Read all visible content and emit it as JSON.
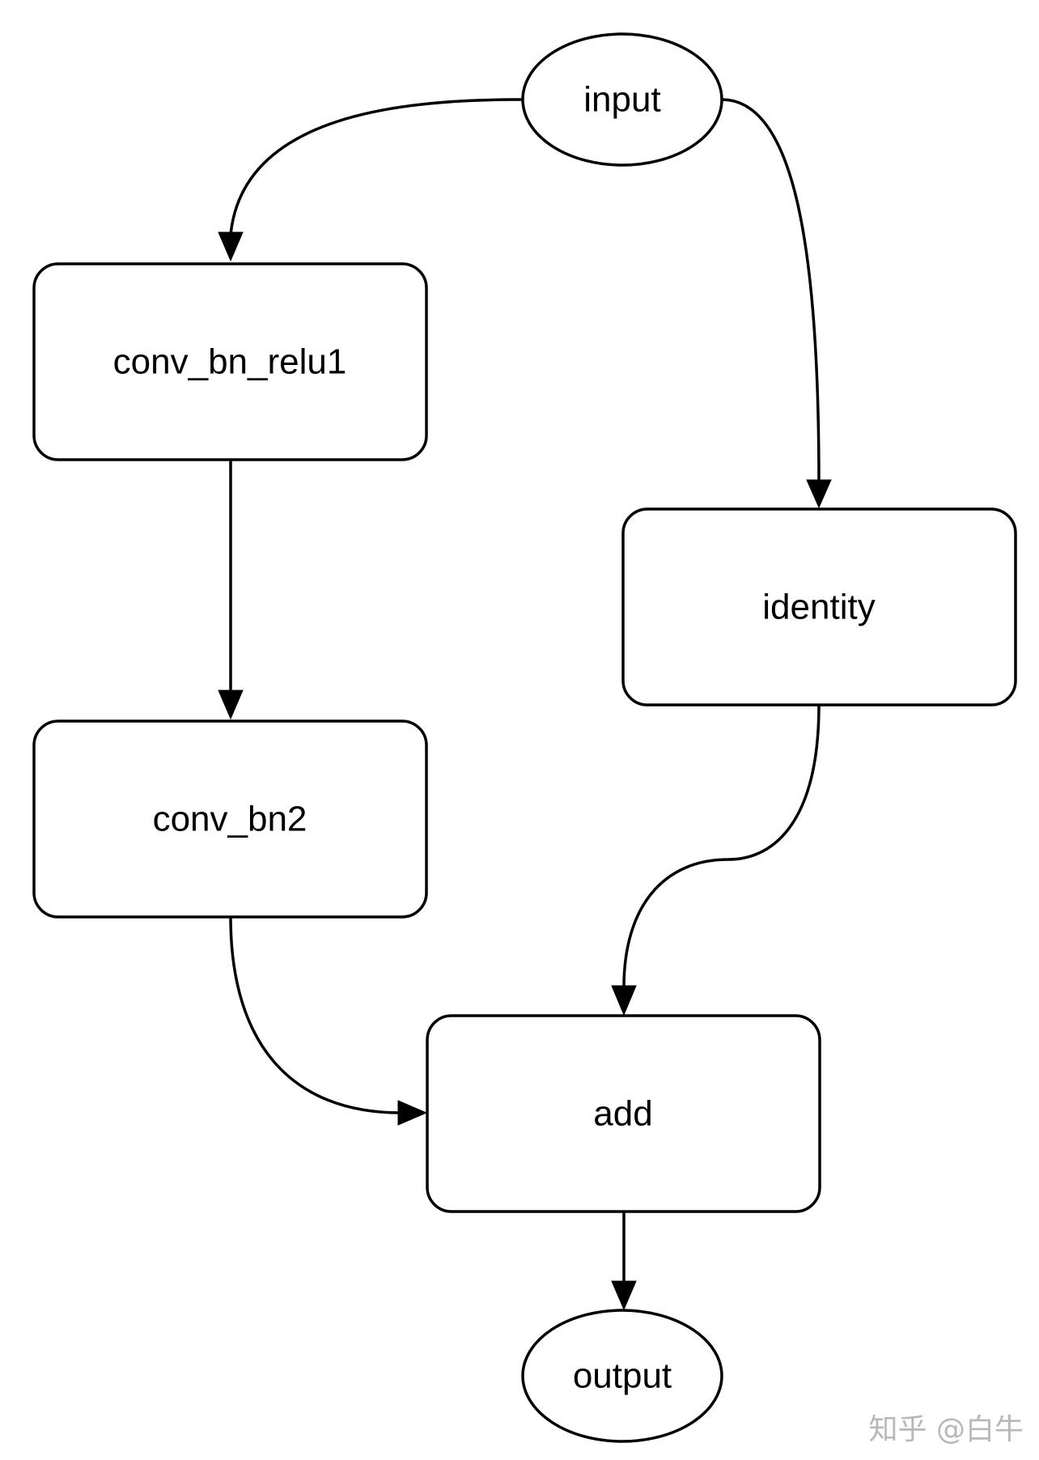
{
  "diagram": {
    "nodes": {
      "input": {
        "label": "input",
        "shape": "ellipse"
      },
      "conv_bn_relu1": {
        "label": "conv_bn_relu1",
        "shape": "rounded-rect"
      },
      "identity": {
        "label": "identity",
        "shape": "rounded-rect"
      },
      "conv_bn2": {
        "label": "conv_bn2",
        "shape": "rounded-rect"
      },
      "add": {
        "label": "add",
        "shape": "rounded-rect"
      },
      "output": {
        "label": "output",
        "shape": "ellipse"
      }
    },
    "edges": [
      {
        "from": "input",
        "to": "conv_bn_relu1"
      },
      {
        "from": "input",
        "to": "identity"
      },
      {
        "from": "conv_bn_relu1",
        "to": "conv_bn2"
      },
      {
        "from": "conv_bn2",
        "to": "add"
      },
      {
        "from": "identity",
        "to": "add"
      },
      {
        "from": "add",
        "to": "output"
      }
    ],
    "colors": {
      "stroke": "#000000",
      "background": "#ffffff",
      "watermark": "#b8b8b8"
    }
  },
  "watermark": {
    "text": "知乎 @白牛"
  }
}
